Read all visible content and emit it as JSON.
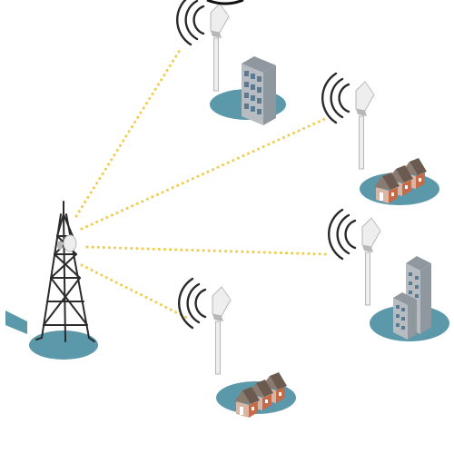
{
  "colors": {
    "background": "#ffffff",
    "ground": "#5b98a9",
    "ground_shadow": "#4a8798",
    "link": "#eecd4f",
    "tower": "#2b2b2b",
    "antenna_light": "#eeeeee",
    "antenna_mid": "#d6d6d6",
    "antenna_dark": "#b7b7b7",
    "signal_arcs": "#2a2a2a",
    "office_front": "#b6bcc2",
    "office_side": "#8f979f",
    "office_window": "#5a7a92",
    "house_wall": "#d8b6a6",
    "house_wall_dark": "#c56b4a",
    "house_roof": "#6a5a50",
    "house_roof_light": "#8a7a70",
    "house_door": "#ffffff"
  },
  "elements": {
    "main_tower": {
      "icon": "lattice-radio-tower-icon",
      "has_dish": true
    },
    "links": [
      {
        "icon": "dotted-wireless-link",
        "to": "relay-top"
      },
      {
        "icon": "dotted-wireless-link",
        "to": "relay-upper-right"
      },
      {
        "icon": "dotted-wireless-link",
        "to": "relay-lower-right"
      },
      {
        "icon": "dotted-wireless-link",
        "to": "relay-bottom"
      }
    ],
    "endpoints": [
      {
        "name": "relay-top",
        "antenna_icon": "panel-antenna-icon",
        "destination_icon": "office-building-icon"
      },
      {
        "name": "relay-upper-right",
        "antenna_icon": "panel-antenna-icon",
        "destination_icon": "row-houses-icon"
      },
      {
        "name": "relay-lower-right",
        "antenna_icon": "panel-antenna-icon",
        "destination_icon": "twin-towers-icon"
      },
      {
        "name": "relay-bottom",
        "antenna_icon": "panel-antenna-icon",
        "destination_icon": "row-houses-icon"
      }
    ]
  }
}
